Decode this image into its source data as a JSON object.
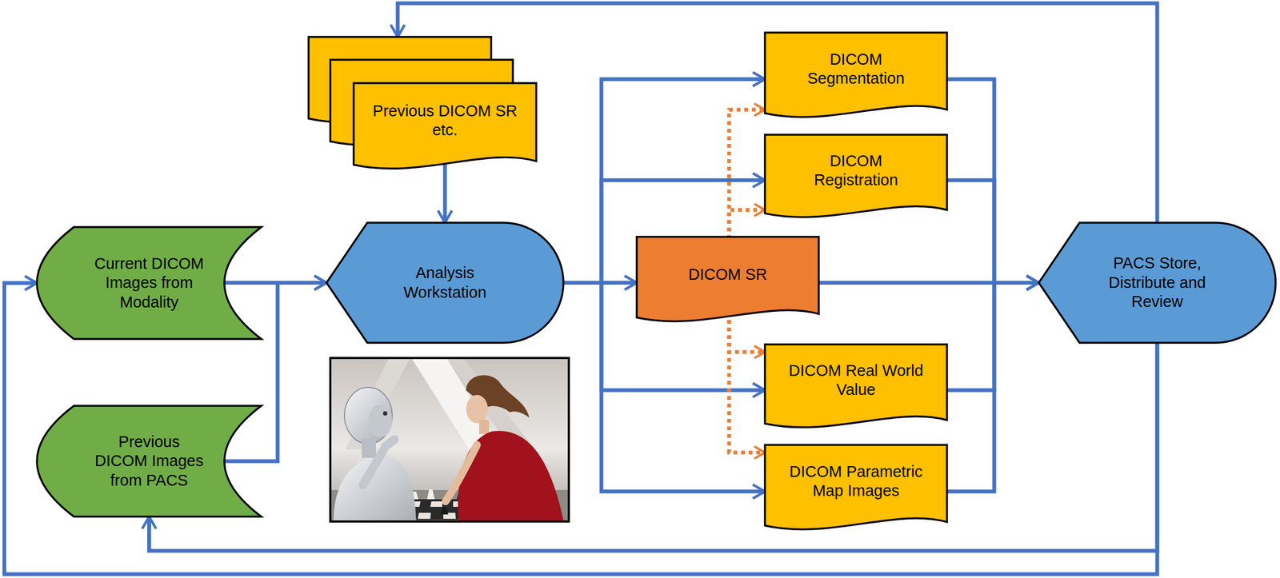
{
  "diagram": {
    "nodes": [
      {
        "text": [
          "Current DICOM Images from Modality"
        ]
      },
      {
        "text": [
          "Previous DICOM Images from PACS"
        ]
      },
      {
        "text": [
          "Previous DICOM SR etc."
        ]
      },
      {
        "text": [
          "Analysis Workstation"
        ]
      },
      {
        "text": [
          "DICOM SR"
        ]
      },
      {
        "text": [
          "DICOM Segmentation"
        ]
      },
      {
        "text": [
          "DICOM Registration"
        ]
      },
      {
        "text": [
          "DICOM Real World Value"
        ]
      },
      {
        "text": [
          "DICOM Parametric Map Images"
        ]
      },
      {
        "text": [
          "PACS Store, Distribute and Review"
        ]
      }
    ],
    "edges": [
      {
        "from": 0,
        "to": 3,
        "arrow": "to"
      },
      {
        "from": 1,
        "to": 3,
        "arrow": "to"
      },
      {
        "from": 2,
        "to": 3,
        "arrow": "to"
      },
      {
        "from": 3,
        "to": 4,
        "arrow": "to"
      },
      {
        "from": 3,
        "to": 5,
        "arrow": "to"
      },
      {
        "from": 3,
        "to": 6,
        "arrow": "to"
      },
      {
        "from": 3,
        "to": 7,
        "arrow": "to"
      },
      {
        "from": 3,
        "to": 8,
        "arrow": "to"
      },
      {
        "from": 4,
        "to": 5,
        "arrow": "to"
      },
      {
        "from": 4,
        "to": 6,
        "arrow": "to"
      },
      {
        "from": 4,
        "to": 7,
        "arrow": "to"
      },
      {
        "from": 4,
        "to": 8,
        "arrow": "to"
      },
      {
        "from": 4,
        "to": 9,
        "arrow": "to"
      },
      {
        "from": 5,
        "to": 9,
        "arrow": "to"
      },
      {
        "from": 6,
        "to": 9,
        "arrow": "to"
      },
      {
        "from": 7,
        "to": 9,
        "arrow": "to"
      },
      {
        "from": 8,
        "to": 9,
        "arrow": "to"
      },
      {
        "from": 9,
        "to": 2,
        "arrow": "to"
      },
      {
        "from": 9,
        "to": 1,
        "arrow": "to"
      },
      {
        "from": 9,
        "to": 0,
        "arrow": "to"
      }
    ]
  }
}
